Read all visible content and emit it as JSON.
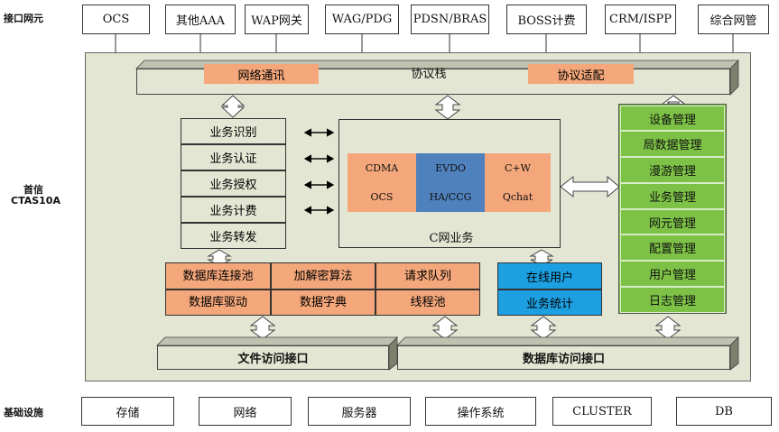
{
  "labels": {
    "interface_ne": "接口网元",
    "product_line1": "首信",
    "product_line2": "CTAS10A",
    "infrastructure": "基础设施"
  },
  "top_row": [
    "OCS",
    "其他AAA",
    "WAP网关",
    "WAG/PDG",
    "PDSN/BRAS",
    "BOSS计费",
    "CRM/ISPP",
    "综合网管"
  ],
  "protocol_stack": {
    "network_comm": "网络通讯",
    "title": "协议栈",
    "protocol_adapt": "协议适配"
  },
  "service_functions": [
    "业务识别",
    "业务认证",
    "业务授权",
    "业务计费",
    "业务转发"
  ],
  "c_network": {
    "title": "C网业务",
    "cells": [
      "CDMA",
      "EVDO",
      "C+W",
      "OCS",
      "HA/CCG",
      "Qchat"
    ]
  },
  "management": [
    "设备管理",
    "局数据管理",
    "漫游管理",
    "业务管理",
    "网元管理",
    "配置管理",
    "用户管理",
    "日志管理"
  ],
  "db_modules": [
    "数据库连接池",
    "加解密算法",
    "请求队列",
    "数据库驱动",
    "数据字典",
    "线程池"
  ],
  "online": [
    "在线用户",
    "业务统计"
  ],
  "interfaces": {
    "file_access": "文件访问接口",
    "db_access": "数据库访问接口"
  },
  "bottom_row": [
    "存储",
    "网络",
    "服务器",
    "操作系统",
    "CLUSTER",
    "DB"
  ],
  "colors": {
    "panel": "#e3e6d3",
    "orange": "#f4a77a",
    "blue": "#1da0e2",
    "green": "#7dc246",
    "cw_blue": "#4f81bd"
  }
}
